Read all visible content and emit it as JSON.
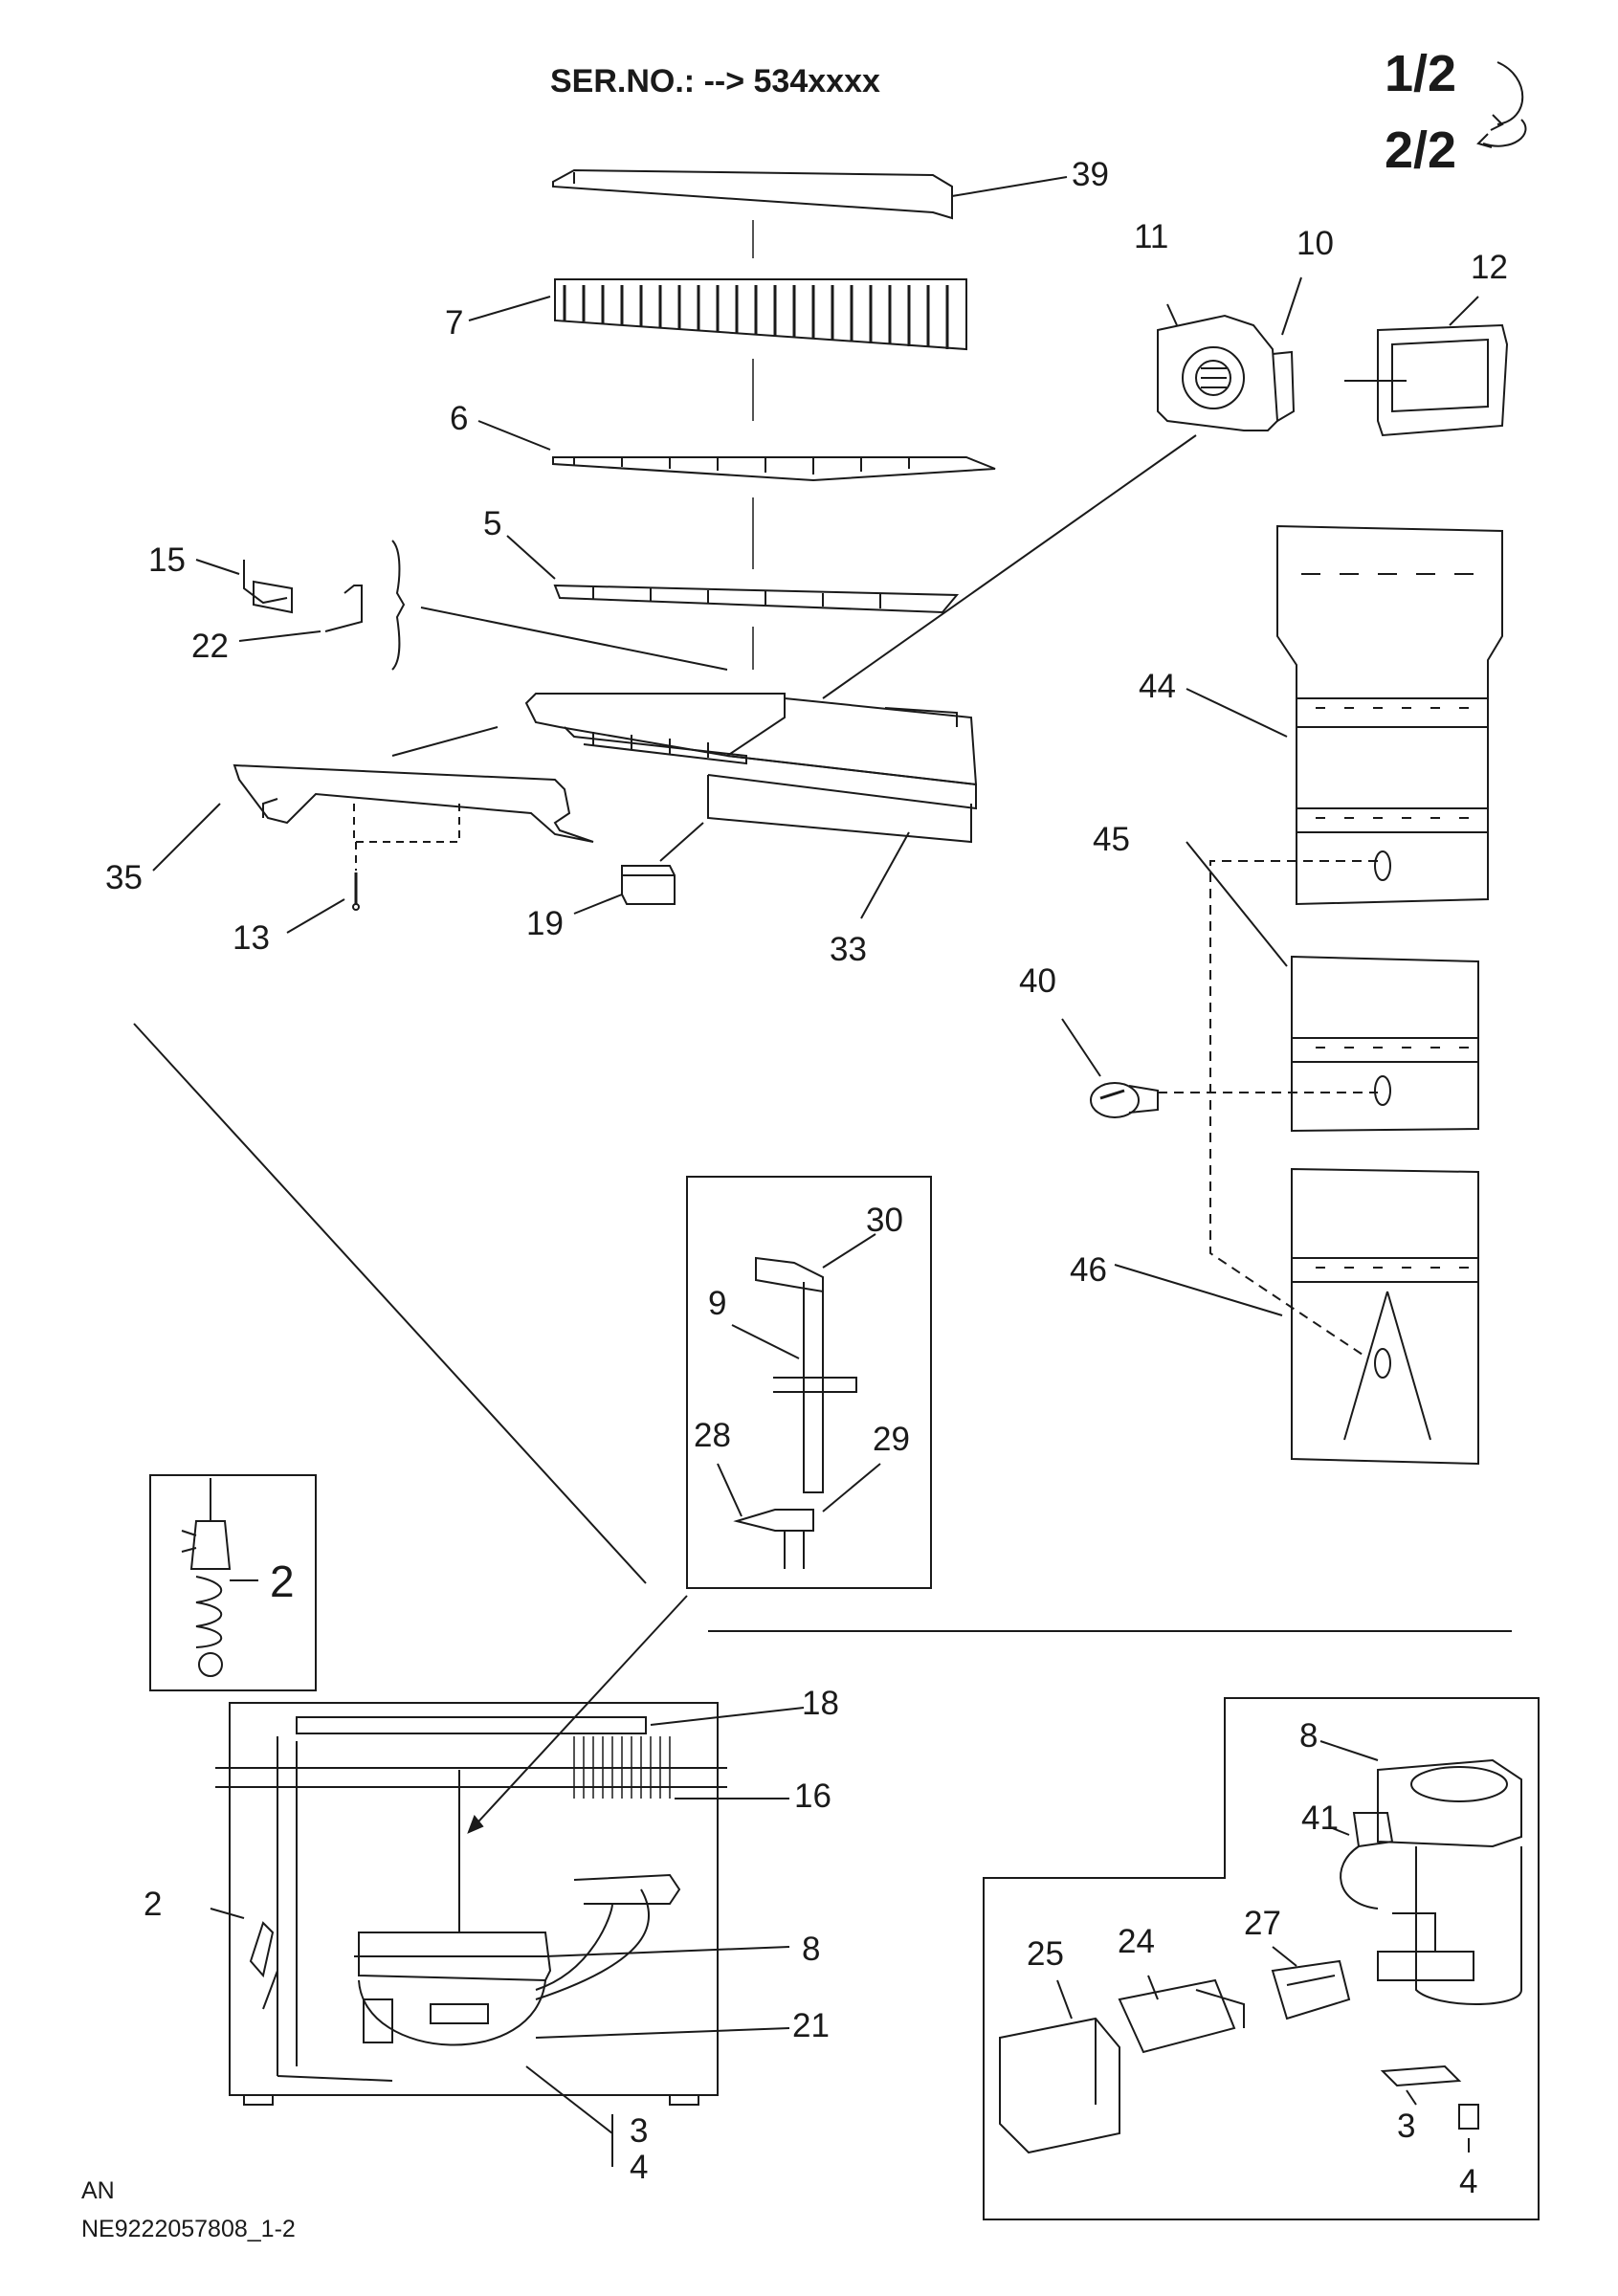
{
  "header": {
    "serial_label": "SER.NO.: --> 534xxxx",
    "page_current": "1/2",
    "page_next": "2/2"
  },
  "callouts": {
    "c39": "39",
    "c7": "7",
    "c6": "6",
    "c5": "5",
    "c15": "15",
    "c22": "22",
    "c11": "11",
    "c10": "10",
    "c12": "12",
    "c44": "44",
    "c45": "45",
    "c40": "40",
    "c46": "46",
    "c35": "35",
    "c13": "13",
    "c19": "19",
    "c33": "33",
    "c30": "30",
    "c9": "9",
    "c28": "28",
    "c29": "29",
    "c2_inset": "2",
    "c2": "2",
    "c18": "18",
    "c16": "16",
    "c8": "8",
    "c21": "21",
    "c3": "3",
    "c4": "4",
    "c8b": "8",
    "c41": "41",
    "c25": "25",
    "c24": "24",
    "c27": "27",
    "c3b": "3",
    "c4b": "4"
  },
  "footer": {
    "code": "AN",
    "drawing_number": "NE9222057808_1-2"
  }
}
